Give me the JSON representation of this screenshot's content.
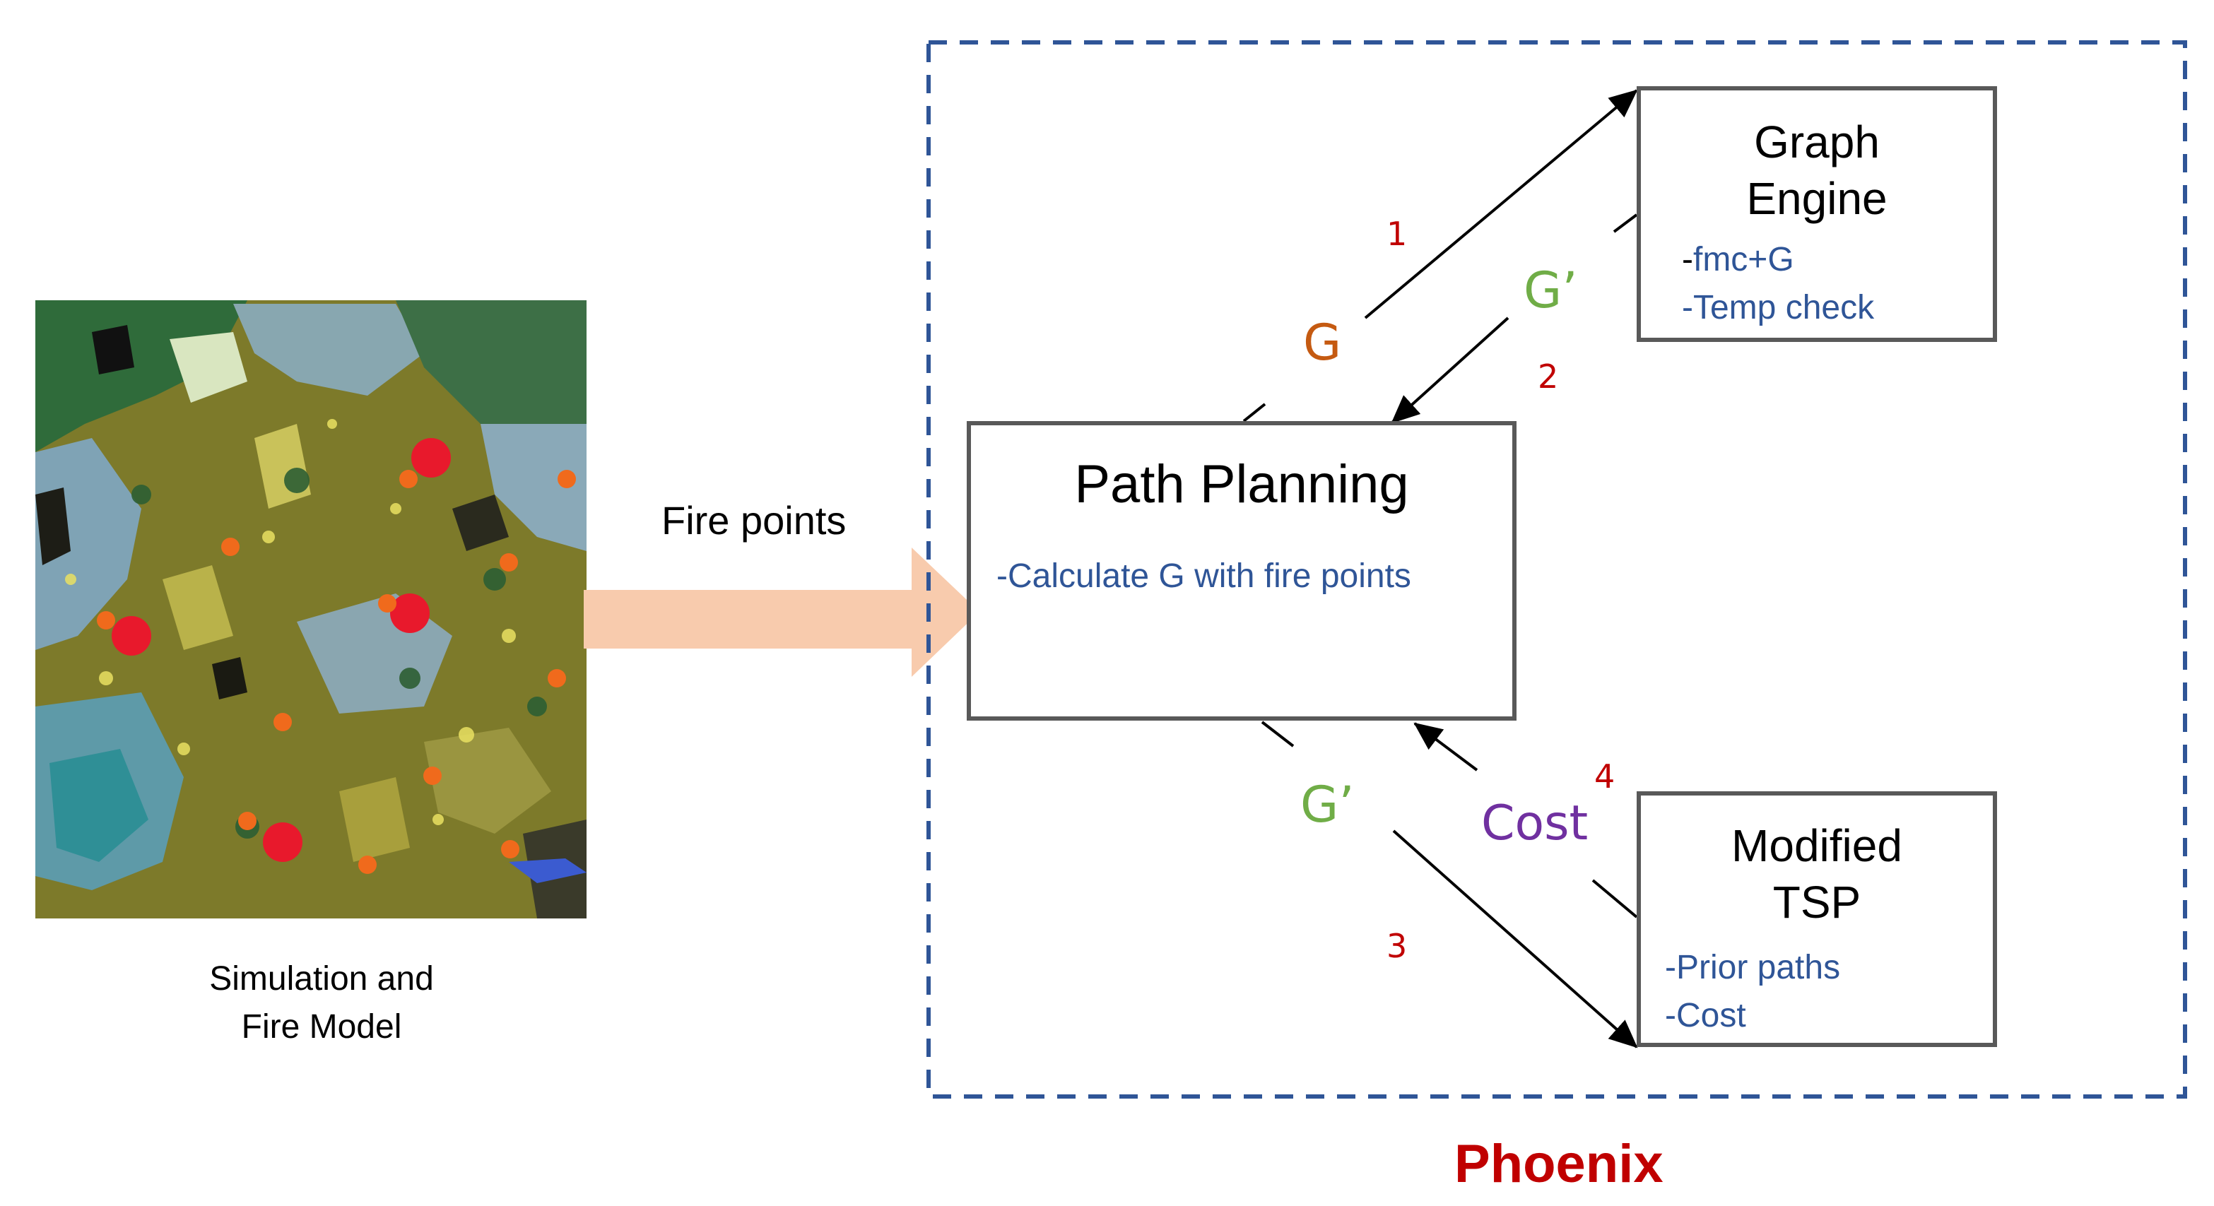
{
  "left_panel": {
    "caption_line1": "Simulation and",
    "caption_line2": "Fire Model"
  },
  "input_arrow": {
    "label": "Fire points"
  },
  "system": {
    "name": "Phoenix",
    "accent_color": "#c00000",
    "border_color": "#2f5597"
  },
  "path_planning": {
    "title": "Path Planning",
    "bullets": [
      "-Calculate G with fire points"
    ]
  },
  "graph_engine": {
    "title_line1": "Graph",
    "title_line2": "Engine",
    "bullet_prefix_dash": "-",
    "bullets": [
      "fmc+G",
      "-Temp check"
    ]
  },
  "modified_tsp": {
    "title_line1": "Modified",
    "title_line2": "TSP",
    "bullets": [
      "-Prior paths",
      "-Cost"
    ]
  },
  "edges": {
    "e1": {
      "label": "G",
      "step": "1",
      "color": "#c55a11"
    },
    "e2": {
      "label": "G’",
      "step": "2",
      "color": "#70ad47"
    },
    "e3": {
      "label": "G’",
      "step": "3",
      "color": "#70ad47"
    },
    "e4": {
      "label": "Cost",
      "step": "4",
      "color": "#7030a0"
    }
  }
}
